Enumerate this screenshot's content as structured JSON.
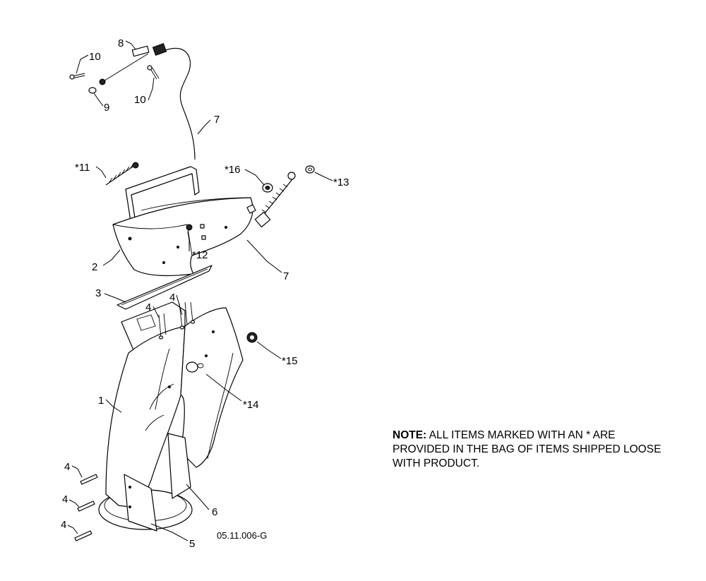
{
  "labels": {
    "l10a": "10",
    "l8": "8",
    "l9": "9",
    "l10b": "10",
    "l7a": "7",
    "l11": "*11",
    "l16": "*16",
    "l13": "*13",
    "l2": "2",
    "l12": "*12",
    "l7b": "7",
    "l3": "3",
    "l4a": "4",
    "l4b": "4",
    "l15": "*15",
    "l1": "1",
    "l14": "*14",
    "l4c": "4",
    "l4d": "4",
    "l4e": "4",
    "l6": "6",
    "l5": "5"
  },
  "note": {
    "bold": "NOTE:",
    "line1": " ALL ITEMS MARKED WITH AN * ARE",
    "line2": "PROVIDED IN THE BAG OF ITEMS SHIPPED LOOSE",
    "line3": "WITH PRODUCT."
  },
  "drawing_code": "05.11.006-G"
}
